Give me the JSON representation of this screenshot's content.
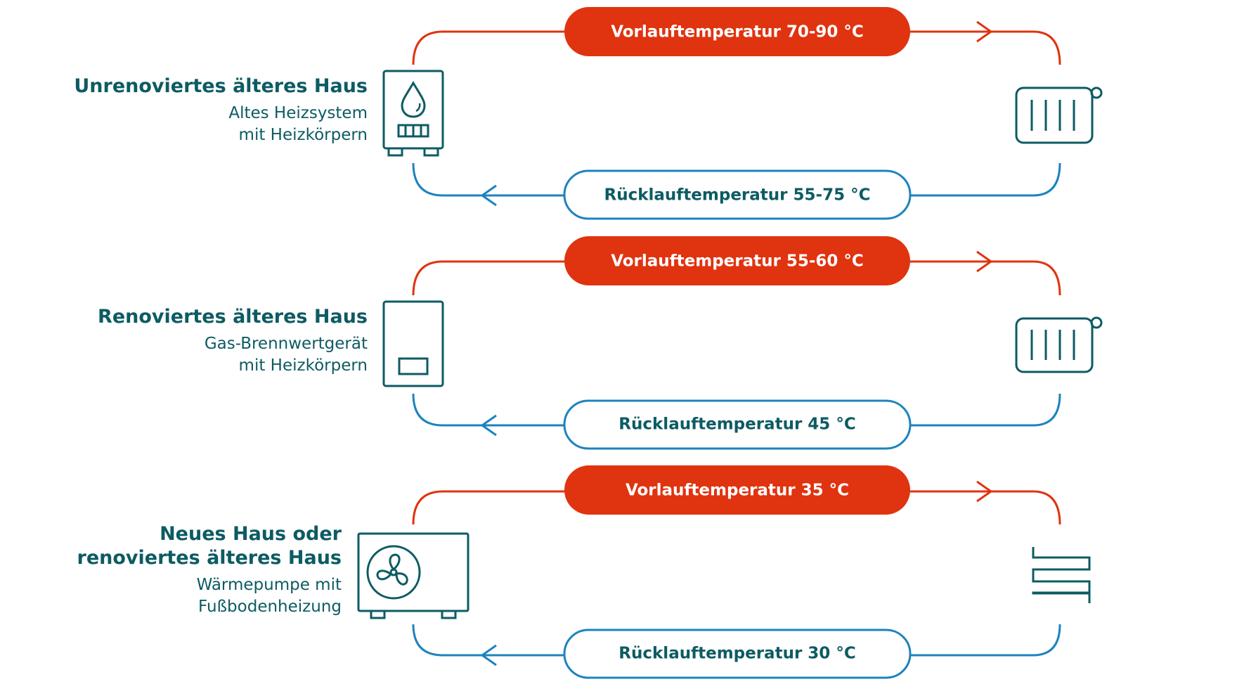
{
  "colors": {
    "flow": "#e0330f",
    "return": "#1d83bd",
    "icon": "#0d5b63",
    "text": "#0d5b63"
  },
  "rows": [
    {
      "title": "Unrenoviertes älteres Haus",
      "subtitle_lines": [
        "Altes Heizsystem",
        "mit Heizkörpern"
      ],
      "flow_label": "Vorlauftemperatur 70-90 °C",
      "return_label": "Rücklauftemperatur 55-75 °C",
      "source_icon": "boiler-icon",
      "emitter_icon": "radiator-icon"
    },
    {
      "title": "Renoviertes älteres Haus",
      "subtitle_lines": [
        "Gas-Brennwertgerät",
        "mit Heizkörpern"
      ],
      "flow_label": "Vorlauftemperatur 55-60 °C",
      "return_label": "Rücklauftemperatur 45 °C",
      "source_icon": "condensing-boiler-icon",
      "emitter_icon": "radiator-icon"
    },
    {
      "title_lines": [
        "Neues Haus oder",
        "renoviertes älteres Haus"
      ],
      "subtitle_lines": [
        "Wärmepumpe mit",
        "Fußbodenheizung"
      ],
      "flow_label": "Vorlauftemperatur 35 °C",
      "return_label": "Rücklauftemperatur 30 °C",
      "source_icon": "heat-pump-icon",
      "emitter_icon": "underfloor-heating-icon"
    }
  ]
}
